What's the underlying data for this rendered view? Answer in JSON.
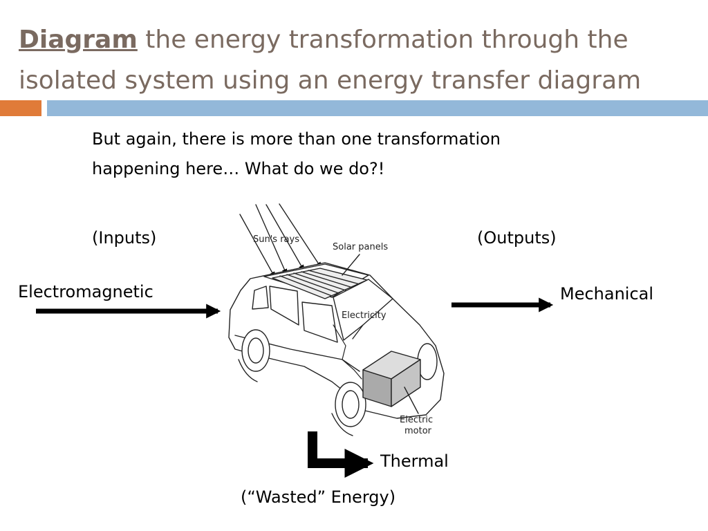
{
  "header": {
    "title_keyword": "Diagram",
    "title_rest": " the energy transformation through the isolated system using an energy transfer diagram",
    "accent_color": "#e07b39",
    "bar_color": "#93b8d9",
    "title_color": "#7a6a60"
  },
  "note": {
    "line1": "But again, there is more than one transformation",
    "line2": "happening here… What do we do?!"
  },
  "diagram": {
    "inputs_label": "(Inputs)",
    "outputs_label": "(Outputs)",
    "input_energy": "Electromagnetic",
    "output_energy": "Mechanical",
    "waste_energy": "Thermal",
    "waste_note": "(“Wasted” Energy)",
    "figure_labels": {
      "suns_rays": "Sun's rays",
      "solar_panels": "Solar panels",
      "electricity": "Electricity",
      "electric_motor_1": "Electric",
      "electric_motor_2": "motor"
    }
  }
}
